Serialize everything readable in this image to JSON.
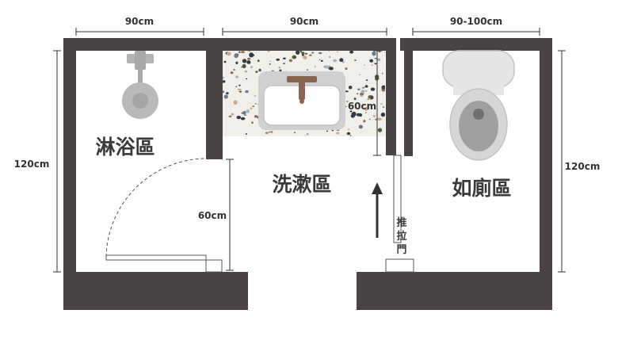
{
  "dimensions": {
    "shower_width": "90cm",
    "sink_width": "90cm",
    "toilet_width": "90-100cm",
    "left_height": "120cm",
    "right_height": "120cm",
    "door_opening": "60cm",
    "sink_depth": "60cm"
  },
  "zones": {
    "shower": "淋浴區",
    "washbasin": "洗漱區",
    "toilet": "如廁區"
  },
  "sliding_door_label": [
    "推",
    "拉",
    "門"
  ],
  "colors": {
    "wall": "#4a4343",
    "terrazzo_base": "#f1efea",
    "fixture_grey": "#b9b9b9",
    "faucet": "#8a6552"
  },
  "icons": {
    "shower_head": "shower-head-icon",
    "sink": "sink-icon",
    "toilet": "toilet-icon",
    "arrow": "arrow-up-icon"
  }
}
